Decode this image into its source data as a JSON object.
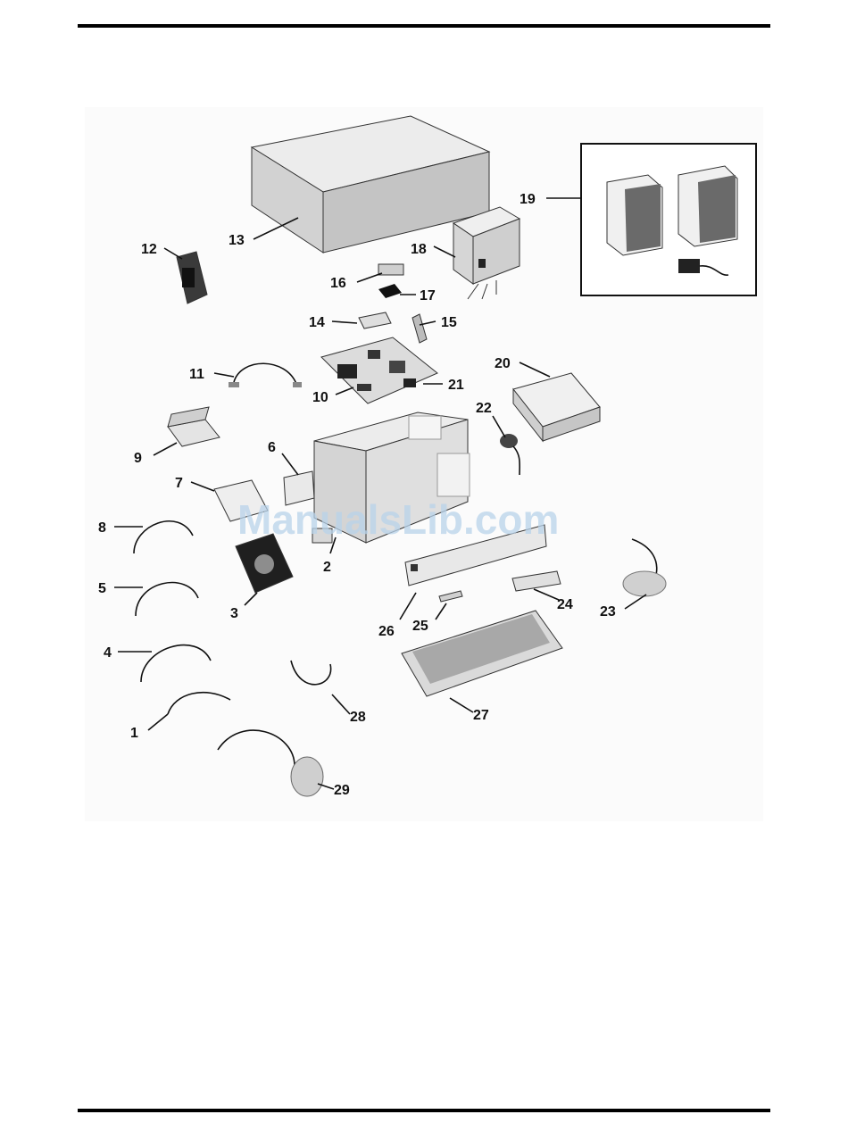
{
  "watermark": "ManualsLib.com",
  "callouts": [
    "1",
    "2",
    "3",
    "4",
    "5",
    "6",
    "7",
    "8",
    "9",
    "10",
    "11",
    "12",
    "13",
    "14",
    "15",
    "16",
    "17",
    "18",
    "19",
    "20",
    "21",
    "22",
    "23",
    "24",
    "25",
    "26",
    "27",
    "28",
    "29"
  ],
  "colors": {
    "rule": "#000000",
    "part_light": "#e6e6e6",
    "part_mid": "#bdbdbd",
    "part_dark": "#2a2a2a",
    "watermark": "#b9d3ea"
  }
}
